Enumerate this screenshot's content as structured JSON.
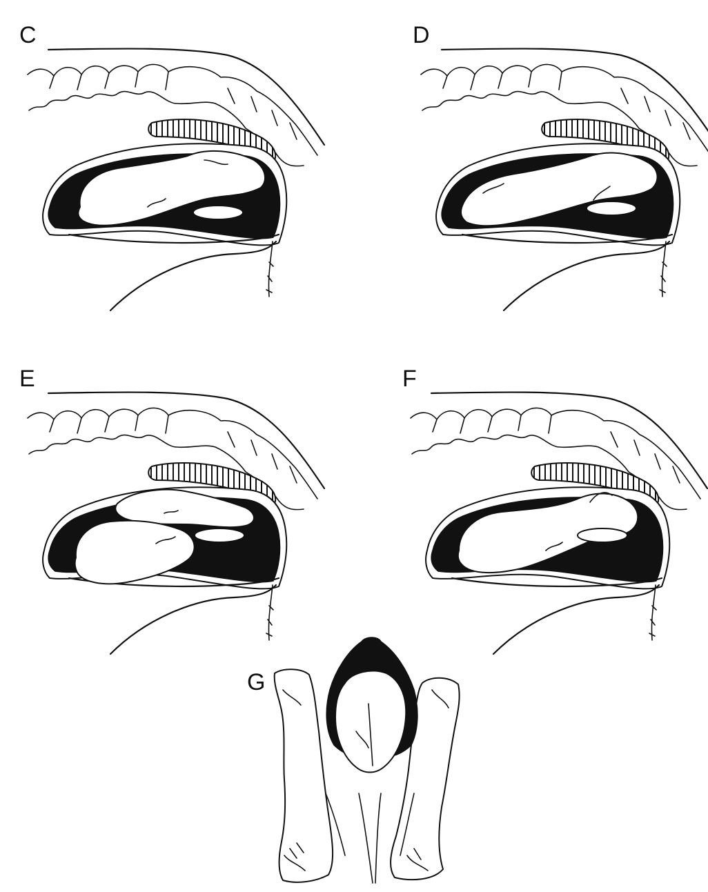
{
  "figure": {
    "labels": {
      "c": "C",
      "d": "D",
      "e": "E",
      "f": "F",
      "g": "G"
    },
    "colors": {
      "ink": "#111111",
      "background": "#ffffff"
    }
  }
}
